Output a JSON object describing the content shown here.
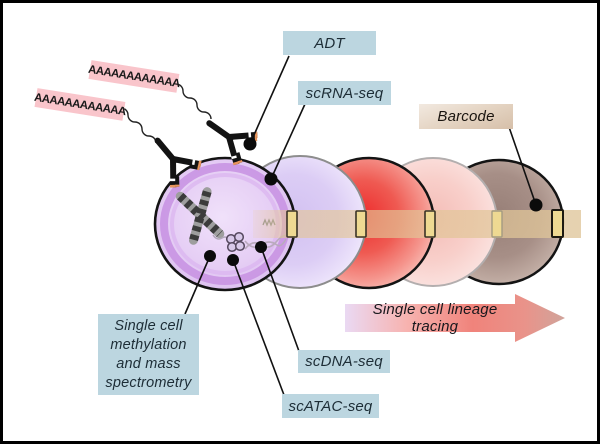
{
  "figure": {
    "type": "scientific-diagram",
    "description": "Single cell multi-omics cell row with lineage tracing arrow",
    "background": "#ffffff",
    "border_color": "#000000"
  },
  "labels": {
    "adt": "ADT",
    "scrna_seq": "scRNA-seq",
    "barcode": "Barcode",
    "methylation": "Single cell\nmethylation\nand mass\nspectrometry",
    "scdna_seq": "scDNA-seq",
    "scatac_seq": "scATAC-seq",
    "lineage_tracing": "Single cell lineage tracing",
    "polya_top": "AAAAAAAAAAAA",
    "polya_bottom": "AAAAAAAAAAAA"
  },
  "colors": {
    "label_bg": "#bcd6e0",
    "label_text": "#1d2d36",
    "barcode_label_top": "#f2e9e0",
    "barcode_label_bottom": "#d6bfa9",
    "polya_bg": "#f9c5cb",
    "cell_purple_fill": "#e6cff5",
    "cell_purple_membrane": "#c791e2",
    "cell_lavender_fill": "#d2c1f1",
    "cell_red_fill": "#ed2d2d",
    "cell_pink_fill": "#f4bcb6",
    "cell_taupe_fill": "#977f77",
    "band_fill": "#dfc59a",
    "barcode_chip_fill": "#eed992",
    "arrow_left": "#ead9f3",
    "arrow_mid": "#f0837b",
    "arrow_tip": "#d0a49b",
    "antibody": "#131313",
    "antibody_tip": "#e8955c"
  }
}
